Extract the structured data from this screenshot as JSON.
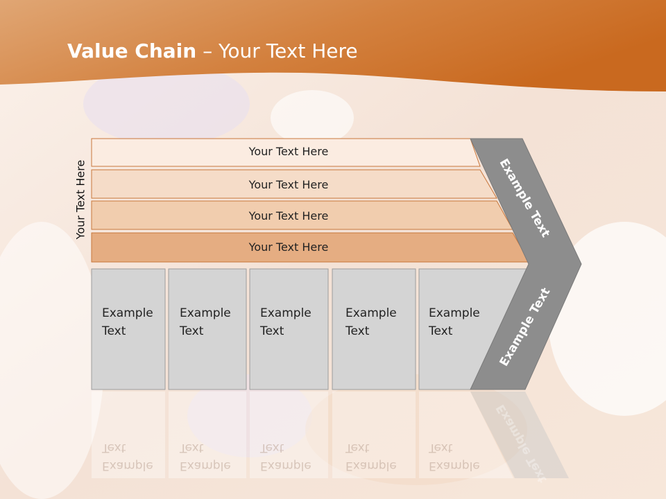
{
  "slide": {
    "title_bold": "Value Chain",
    "title_rest": " – Your Text Here",
    "side_label": "Your Text Here"
  },
  "rows": [
    {
      "text": "Your Text Here",
      "fill": "#fbece1"
    },
    {
      "text": "Your Text Here",
      "fill": "#f5dcc8"
    },
    {
      "text": "Your Text Here",
      "fill": "#f1cdae"
    },
    {
      "text": "Your Text Here",
      "fill": "#e5ad82"
    }
  ],
  "boxes": [
    {
      "text": "Example\nText"
    },
    {
      "text": "Example\nText"
    },
    {
      "text": "Example\nText"
    },
    {
      "text": "Example\nText"
    },
    {
      "text": "Example\nText"
    }
  ],
  "chevron": {
    "upper_text": "Example Text",
    "lower_text": "Example Text"
  },
  "colors": {
    "header_orange": "#d07a34",
    "box_gray": "#d4d4d4",
    "chevron_gray": "#8d8d8d",
    "row_border": "#c8763a"
  }
}
